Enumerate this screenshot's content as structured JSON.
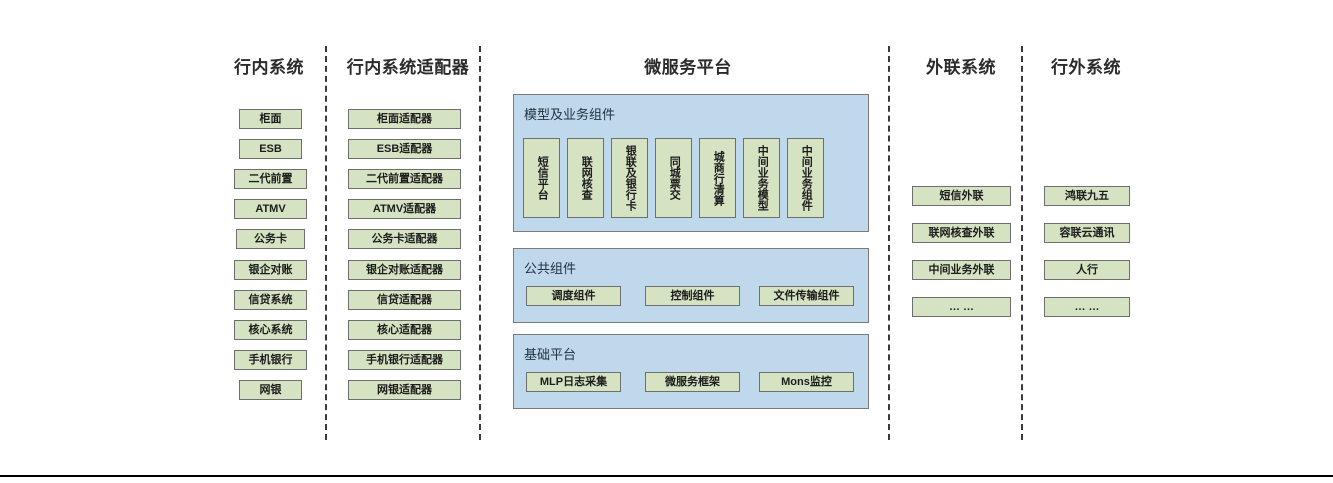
{
  "diagram": {
    "title": "微服务平台",
    "colors": {
      "node_fill": "#d6e3c3",
      "node_border": "#6e6e6e",
      "panel_fill": "#bfd8ec",
      "panel_border": "#7a7a7a",
      "divider": "#3a3a3a",
      "text": "#1c1c1c"
    }
  },
  "columns": {
    "internal_systems": {
      "title": "行内系统",
      "items": [
        "柜面",
        "ESB",
        "二代前置",
        "ATMV",
        "公务卡",
        "银企对账",
        "信贷系统",
        "核心系统",
        "手机银行",
        "网银"
      ]
    },
    "internal_adapters": {
      "title": "行内系统适配器",
      "items": [
        "柜面适配器",
        "ESB适配器",
        "二代前置适配器",
        "ATMV适配器",
        "公务卡适配器",
        "银企对账适配器",
        "信贷适配器",
        "核心适配器",
        "手机银行适配器",
        "网银适配器"
      ]
    },
    "microservice_platform": {
      "title": "微服务平台",
      "groups": [
        {
          "label": "模型及业务组件",
          "orientation": "vertical",
          "items": [
            "短信平台",
            "联网核查",
            "银联及银行卡",
            "同城票交",
            "城商行清算",
            "中间业务模型",
            "中间业务组件"
          ]
        },
        {
          "label": "公共组件",
          "orientation": "horizontal",
          "items": [
            "调度组件",
            "控制组件",
            "文件传输组件"
          ]
        },
        {
          "label": "基础平台",
          "orientation": "horizontal",
          "items": [
            "MLP日志采集",
            "微服务框架",
            "Mons监控"
          ]
        }
      ]
    },
    "external_liaison_systems": {
      "title": "外联系统",
      "items": [
        "短信外联",
        "联网核查外联",
        "中间业务外联",
        "… …"
      ]
    },
    "outside_bank_systems": {
      "title": "行外系统",
      "items": [
        "鸿联九五",
        "容联云通讯",
        "人行",
        "… …"
      ]
    }
  }
}
